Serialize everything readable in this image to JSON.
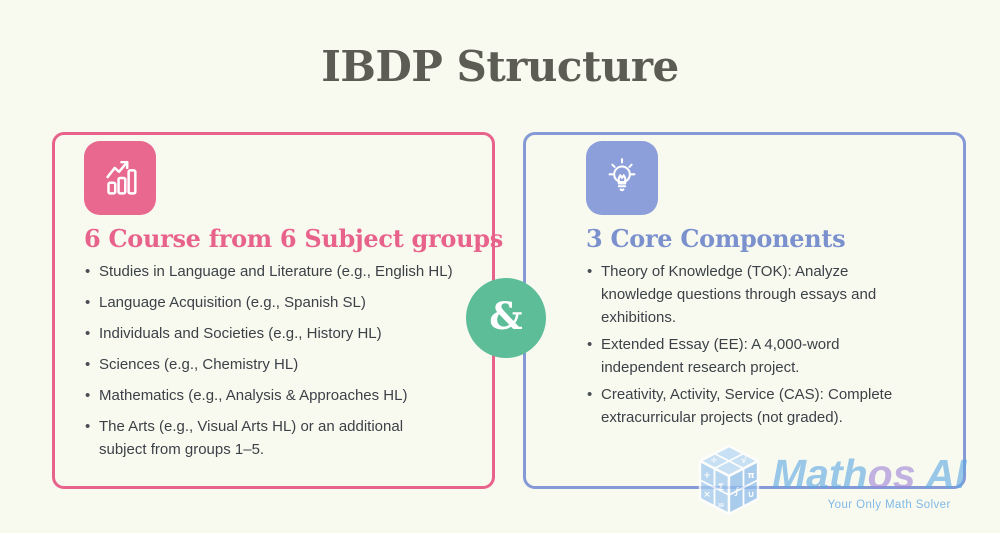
{
  "page": {
    "title": "IBDP Structure"
  },
  "connector": {
    "label": "&"
  },
  "cards": {
    "left": {
      "title": "6 Course from 6 Subject groups",
      "icon": "bar-chart-growth-icon",
      "accent_color": "#E8638C",
      "items": [
        "Studies in Language and Literature (e.g., English HL)",
        "Language Acquisition (e.g., Spanish SL)",
        "Individuals and Societies (e.g., History HL)",
        "Sciences (e.g., Chemistry HL)",
        "Mathematics (e.g., Analysis & Approaches HL)",
        "The Arts (e.g., Visual Arts HL) or an additional subject from groups 1–5."
      ]
    },
    "right": {
      "title": "3 Core Components",
      "icon": "lightbulb-icon",
      "accent_color": "#8499D6",
      "items": [
        "Theory of Knowledge (TOK): Analyze knowledge questions through essays and exhibitions.",
        "Extended Essay (EE): A 4,000-word independent research project.",
        "Creativity, Activity, Service (CAS): Complete extracurricular projects (not graded)."
      ]
    }
  },
  "watermark": {
    "brand_segment_blue_1": "Math",
    "brand_segment_purple": "os",
    "brand_segment_blue_2": " AI",
    "tagline": "Your Only Math Solver",
    "icon": "math-cube-icon"
  },
  "colors": {
    "background": "#F9FAEF",
    "title_text": "#5C5C54",
    "pink_accent": "#E8638C",
    "periwinkle_accent": "#8499D6",
    "green_connector": "#5EBD99",
    "body_text": "#3C4148",
    "watermark_blue": "#5FA8E3",
    "watermark_purple": "#9F86D8"
  }
}
